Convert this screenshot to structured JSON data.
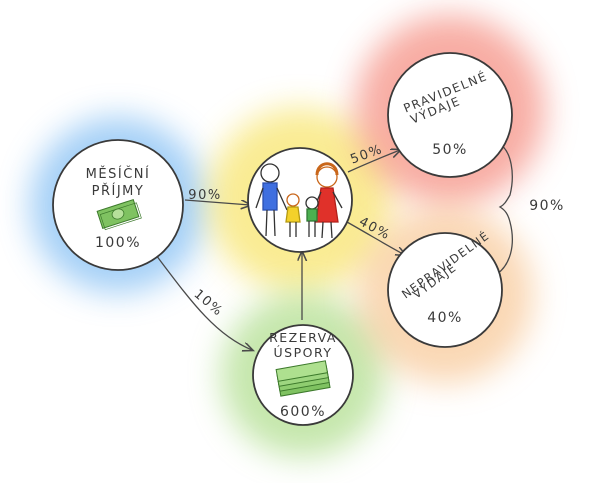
{
  "colors": {
    "income_glow": "#5aa9f0",
    "family_glow": "#f5dc3a",
    "reserve_glow": "#8ccf5a",
    "regular_glow": "#f26a5a",
    "irregular_glow": "#f5b06a",
    "ink": "#3a3a3a"
  },
  "nodes": {
    "income": {
      "line1": "MĚSÍČNÍ",
      "line2": "PŘÍJMY",
      "value": "100%",
      "icon": "banknote-icon"
    },
    "family": {
      "icon": "family-icon"
    },
    "reserve": {
      "line1": "REZERVA",
      "line2": "ÚSPORY",
      "value": "600%",
      "icon": "banknote-stack-icon"
    },
    "regular": {
      "line1": "PRAVIDELNÉ",
      "line2": "VÝDAJE",
      "value": "50%"
    },
    "irregular": {
      "line1": "NEPRAVIDELNÉ",
      "line2": "VÝDAJE",
      "value": "40%"
    }
  },
  "flows": {
    "income_to_family": "90%",
    "income_to_reserve": "10%",
    "family_to_regular": "50%",
    "family_to_irregular": "40%",
    "expenses_total": "90%"
  }
}
